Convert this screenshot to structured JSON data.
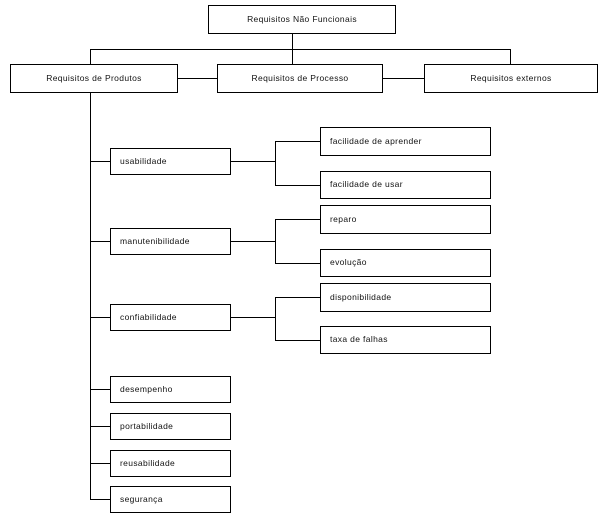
{
  "diagram": {
    "title": "Requisitos Nao Funcionais",
    "type": "tree",
    "language": "pt-BR",
    "colors": {
      "line": "#000000",
      "box_fill": "#ffffff",
      "text": "#111111"
    },
    "nodes": {
      "root": {
        "label": "Requisitos Não Funcionais"
      },
      "level1": [
        {
          "id": "produtos",
          "label": "Requisitos de Produtos"
        },
        {
          "id": "processo",
          "label": "Requisitos de Processo"
        },
        {
          "id": "externos",
          "label": "Requisitos externos"
        }
      ],
      "level2": [
        {
          "id": "usabilidade",
          "label": "usabilidade"
        },
        {
          "id": "manutenibilidade",
          "label": "manutenibilidade"
        },
        {
          "id": "confiabilidade",
          "label": "confiabilidade"
        },
        {
          "id": "desempenho",
          "label": "desempenho"
        },
        {
          "id": "portabilidade",
          "label": "portabilidade"
        },
        {
          "id": "reusabilidade",
          "label": "reusabilidade"
        },
        {
          "id": "seguranca",
          "label": "segurança"
        }
      ],
      "level3": [
        {
          "id": "facilidade-aprender",
          "label": "facilidade de aprender",
          "parent": "usabilidade"
        },
        {
          "id": "facilidade-usar",
          "label": "facilidade de usar",
          "parent": "usabilidade"
        },
        {
          "id": "reparo",
          "label": "reparo",
          "parent": "manutenibilidade"
        },
        {
          "id": "evolucao",
          "label": "evolução",
          "parent": "manutenibilidade"
        },
        {
          "id": "disponibilidade",
          "label": "disponibilidade",
          "parent": "confiabilidade"
        },
        {
          "id": "taxa-falhas",
          "label": "taxa de falhas",
          "parent": "confiabilidade"
        }
      ]
    }
  }
}
